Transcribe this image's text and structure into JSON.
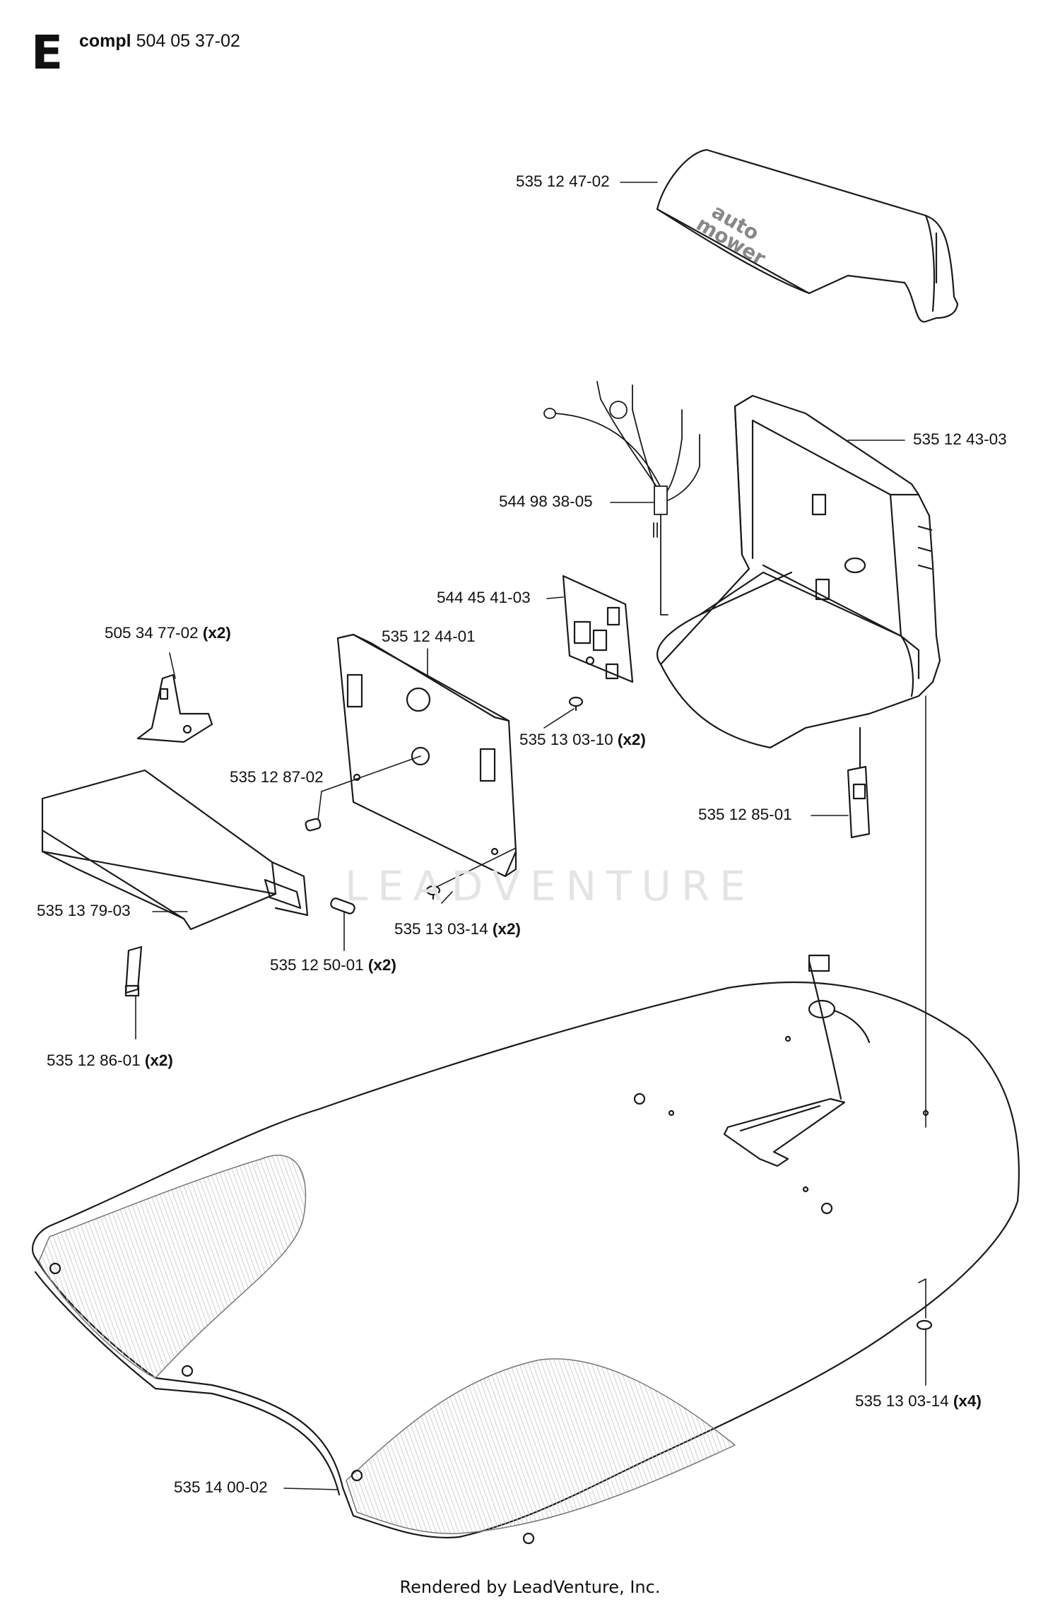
{
  "header": {
    "section_letter": "E",
    "assembly_prefix": "compl",
    "assembly_number": "504 05 37-02"
  },
  "watermark": "LEADVENTURE",
  "footer": "Rendered by LeadVenture, Inc.",
  "cover_logo": "auto mower",
  "colors": {
    "line": "#1a1a1a",
    "hatch": "#d8d8d8",
    "watermark": "#e4e4e4"
  },
  "callouts": [
    {
      "id": "c01",
      "part": "535 12 47-02",
      "qty": ""
    },
    {
      "id": "c02",
      "part": "535 12 43-03",
      "qty": ""
    },
    {
      "id": "c03",
      "part": "544 98 38-05",
      "qty": ""
    },
    {
      "id": "c04",
      "part": "544 45 41-03",
      "qty": ""
    },
    {
      "id": "c05",
      "part": "505 34 77-02",
      "qty": "(x2)"
    },
    {
      "id": "c06",
      "part": "535 12 44-01",
      "qty": ""
    },
    {
      "id": "c07",
      "part": "535 13 03-10",
      "qty": "(x2)"
    },
    {
      "id": "c08",
      "part": "535 12 87-02",
      "qty": ""
    },
    {
      "id": "c09",
      "part": "535 12 85-01",
      "qty": ""
    },
    {
      "id": "c10",
      "part": "535 13 79-03",
      "qty": ""
    },
    {
      "id": "c11",
      "part": "535 13 03-14",
      "qty": "(x2)"
    },
    {
      "id": "c12",
      "part": "535 12 50-01",
      "qty": "(x2)"
    },
    {
      "id": "c13",
      "part": "535 12 86-01",
      "qty": "(x2)"
    },
    {
      "id": "c14",
      "part": "535 13 03-14",
      "qty": "(x4)"
    },
    {
      "id": "c15",
      "part": "535 14 00-02",
      "qty": ""
    }
  ]
}
